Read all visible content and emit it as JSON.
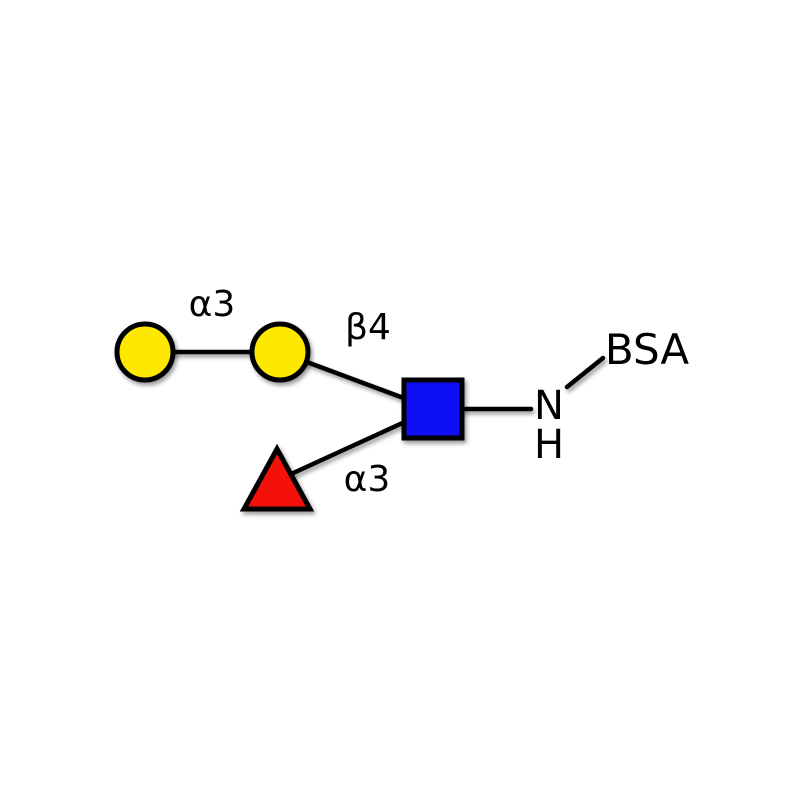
{
  "diagram": {
    "kind": "glycan-structure",
    "labels": {
      "linkage_top": "α3",
      "linkage_beta": "β4",
      "linkage_bottom": "α3",
      "nitrogen": "N",
      "hydrogen": "H",
      "protein": "BSA"
    },
    "colors": {
      "galactose_yellow": "#FFE800",
      "glcnac_blue": "#0F0FF5",
      "fucose_red": "#F5100A",
      "outline_black": "#000000",
      "bond_black": "#000000",
      "text_black": "#000000",
      "background": "#FFFFFF"
    }
  }
}
